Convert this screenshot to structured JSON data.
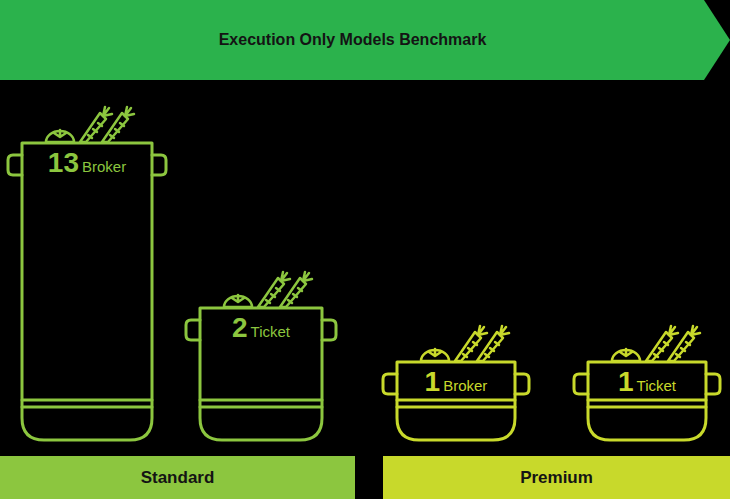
{
  "diagram": {
    "title": "Execution Only Models Benchmark",
    "nodes": [
      {
        "text": [
          "13",
          "Broker"
        ]
      },
      {
        "text": [
          "2",
          "Ticket"
        ]
      },
      {
        "text": [
          "1",
          "Broker"
        ]
      },
      {
        "text": [
          "1",
          "Ticket"
        ]
      },
      {
        "text": [
          "Standard"
        ]
      },
      {
        "text": [
          "Premium"
        ]
      }
    ]
  }
}
